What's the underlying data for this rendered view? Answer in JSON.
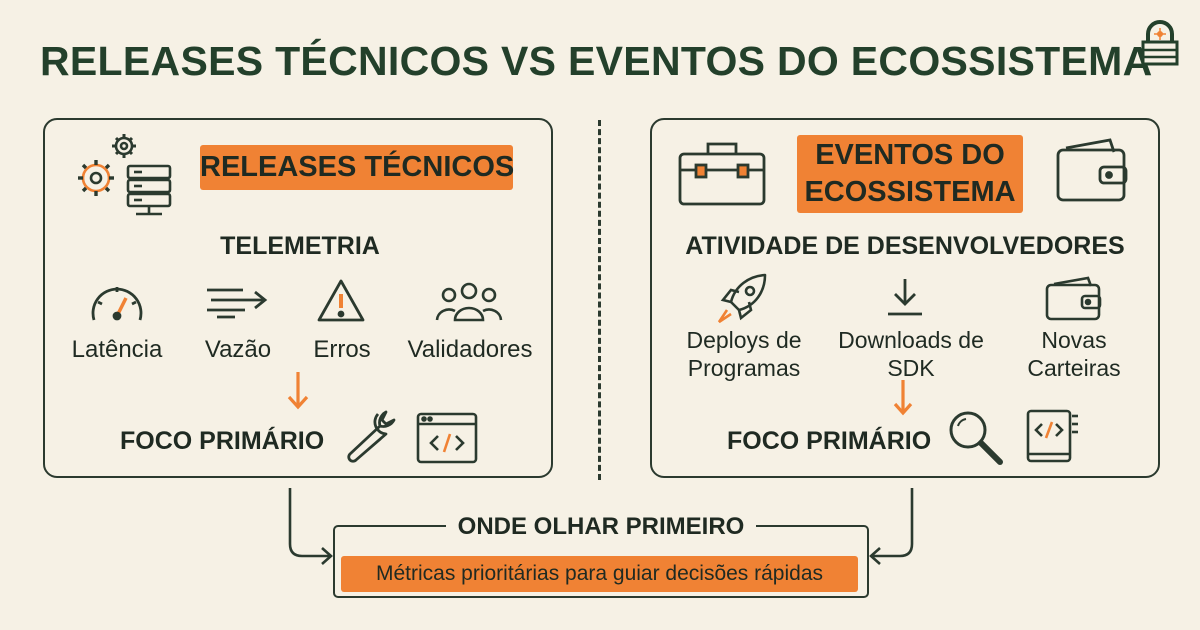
{
  "title": "RELEASES TÉCNICOS VS EVENTOS DO ECOSSISTEMA",
  "left": {
    "tag": "RELEASES TÉCNICOS",
    "heading": "TELEMETRIA",
    "metrics": [
      "Latência",
      "Vazão",
      "Erros",
      "Validadores"
    ],
    "focus": "FOCO PRIMÁRIO"
  },
  "right": {
    "tag": "EVENTOS DO ECOSSISTEMA",
    "heading": "ATIVIDADE DE DESENVOLVEDORES",
    "metrics": [
      "Deploys de Programas",
      "Downloads de SDK",
      "Novas Carteiras"
    ],
    "focus": "FOCO PRIMÁRIO"
  },
  "bottom": {
    "title": "ONDE OLHAR PRIMEIRO",
    "highlight": "Métricas prioritárias para guiar decisões rápidas"
  },
  "colors": {
    "accent": "#f08234",
    "ink": "#2b3a2f",
    "title": "#23402b",
    "background": "#f6f1e5"
  },
  "icons": [
    "lock-logo-icon",
    "gears-server-icon",
    "toolbox-icon",
    "wallet-icon",
    "speedometer-icon",
    "wind-icon",
    "warning-icon",
    "users-icon",
    "rocket-icon",
    "download-icon",
    "wallet-small-icon",
    "wrench-icon",
    "code-window-icon",
    "magnifier-icon",
    "code-book-icon"
  ]
}
